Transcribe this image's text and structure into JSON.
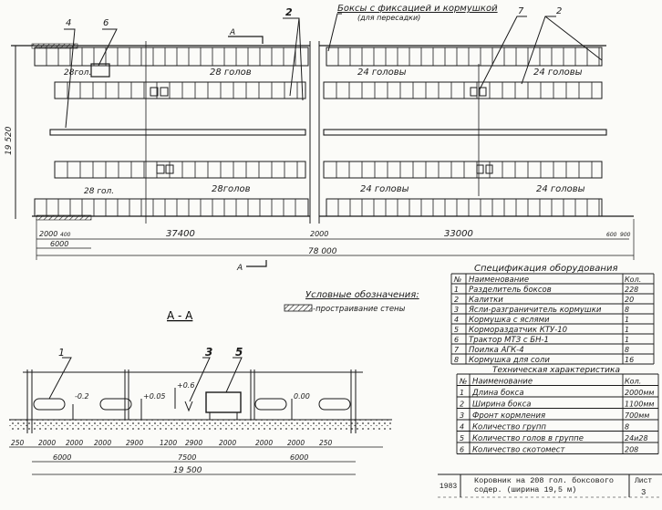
{
  "plan": {
    "note_top": "Боксы с фиксацией и кормушкой",
    "note_top_sub": "(для пересадки)",
    "callouts": [
      "4",
      "6",
      "2",
      "7",
      "2"
    ],
    "section_marker": "А",
    "group_labels_top": [
      "28гол.",
      "28 голов",
      "24 головы",
      "24 головы"
    ],
    "group_labels_bottom": [
      "28 гол.",
      "28голов",
      "24 головы",
      "24 головы"
    ],
    "dim_height": "19 520",
    "dims_row1": [
      "2000",
      "400",
      "37400",
      "2000",
      "33000",
      "600",
      "900"
    ],
    "dim_6000": "6000",
    "dim_total": "78 000"
  },
  "legend": {
    "title": "Условные обозначения:",
    "item": "-простраивание стены"
  },
  "section": {
    "title": "А - А",
    "callouts": [
      "1",
      "3",
      "5"
    ],
    "elevations": [
      "-0.2",
      "+0.05",
      "+0.6",
      "0.00"
    ],
    "dims_row1": [
      "250",
      "2000",
      "2000",
      "2000",
      "2900",
      "1200",
      "2900",
      "2000",
      "2000",
      "2000",
      "250"
    ],
    "dims_row2": [
      "6000",
      "7500",
      "6000"
    ],
    "dim_total": "19 500"
  },
  "spec": {
    "title": "Спецификация оборудования",
    "headers": [
      "№",
      "Наименование",
      "Кол."
    ],
    "rows": [
      [
        "1",
        "Разделитель боксов",
        "228"
      ],
      [
        "2",
        "Калитки",
        "20"
      ],
      [
        "3",
        "Ясли-разграничитель кормушки",
        "8"
      ],
      [
        "4",
        "Кормушка с яслями",
        "1"
      ],
      [
        "5",
        "Кормораздатчик КТУ-10",
        "1"
      ],
      [
        "6",
        "Трактор МТЗ с БН-1",
        "1"
      ],
      [
        "7",
        "Поилка АГК-4",
        "8"
      ],
      [
        "8",
        "Кормушка для соли",
        "16"
      ]
    ]
  },
  "tech": {
    "title": "Техническая характеристика",
    "headers": [
      "№",
      "Наименование",
      "Кол."
    ],
    "rows": [
      [
        "1",
        "Длина бокса",
        "2000мм"
      ],
      [
        "2",
        "Ширина бокса",
        "1100мм"
      ],
      [
        "3",
        "Фронт кормления",
        "700мм"
      ],
      [
        "4",
        "Количество групп",
        "8"
      ],
      [
        "5",
        "Количество голов в группе",
        "24и28"
      ],
      [
        "6",
        "Количество скотомест",
        "208"
      ]
    ]
  },
  "title_block": {
    "year": "1983",
    "title_line1": "Коровник на 208 гол. боксового",
    "title_line2": "содер. (ширина 19,5 м)",
    "sheet_label": "Лист",
    "sheet_number": "3"
  }
}
